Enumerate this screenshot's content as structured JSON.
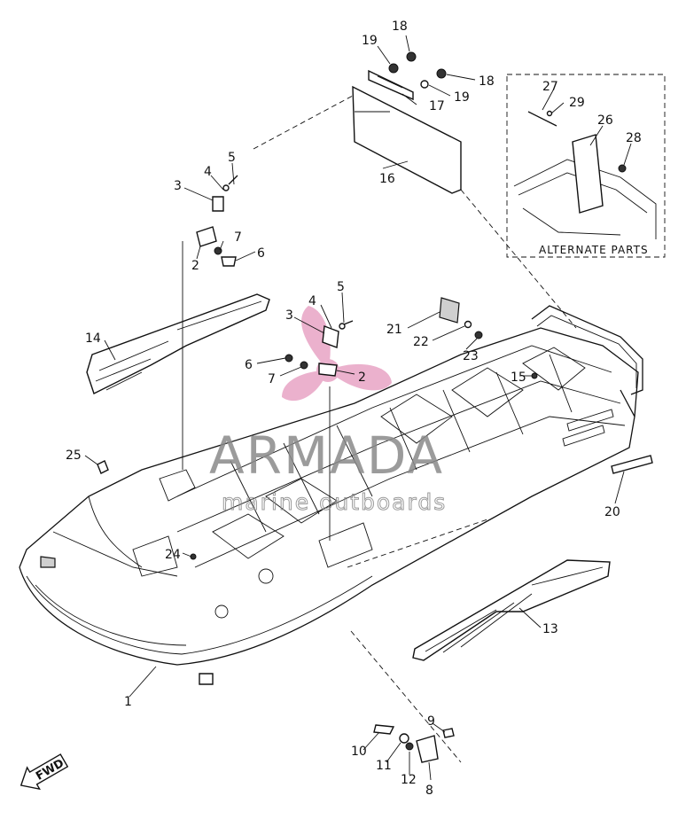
{
  "watermark": {
    "brand": "ARMADA",
    "tagline": "marine outboards",
    "propeller_color": "#e9a9c8",
    "text_color": "#8a8a8a"
  },
  "inset": {
    "caption": "ALTERNATE PARTS"
  },
  "direction_badge": {
    "text": "FWD"
  },
  "callouts": [
    "1",
    "2",
    "2",
    "3",
    "3",
    "4",
    "4",
    "5",
    "5",
    "6",
    "6",
    "7",
    "7",
    "8",
    "9",
    "10",
    "11",
    "12",
    "13",
    "14",
    "15",
    "16",
    "17",
    "18",
    "18",
    "19",
    "19",
    "20",
    "21",
    "22",
    "23",
    "24",
    "25",
    "26",
    "27",
    "28",
    "29"
  ],
  "icons": {
    "direction": "fwd-arrow-icon",
    "watermark": "propeller-icon"
  }
}
